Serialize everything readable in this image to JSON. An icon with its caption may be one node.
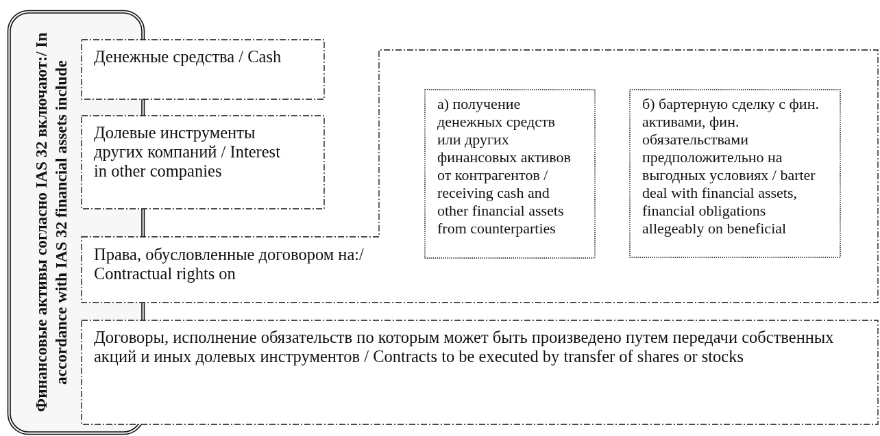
{
  "diagram": {
    "nodes": [
      {
        "text": [
          "Финансовые активы согласно IAS 32 включают:/ In accordance with IAS 32 financial assets include"
        ]
      },
      {
        "text": [
          "Денежные средства / Cash"
        ]
      },
      {
        "text": [
          "Долевые инструменты других компаний / Interest in other companies"
        ]
      },
      {
        "text": [
          "Права, обусловленные договором на:/ Contractual rights on"
        ]
      },
      {
        "text": [
          "а) получение денежных средств или других финансовых активов от контрагентов / receiving cash and other financial assets from counterparties"
        ],
        "in": 3
      },
      {
        "text": [
          "б) бартерную сделку с фин. активами, фин. обязательствами предположительно на выгодных условиях / barter deal with financial assets, financial obligations allegeably on beneficial"
        ],
        "in": 3
      },
      {
        "text": [
          "Договоры, исполнение обязательств по которым может быть произведено путем передачи собственных акций и иных долевых инструментов / Contracts to be executed by transfer of shares or stocks"
        ]
      }
    ]
  }
}
